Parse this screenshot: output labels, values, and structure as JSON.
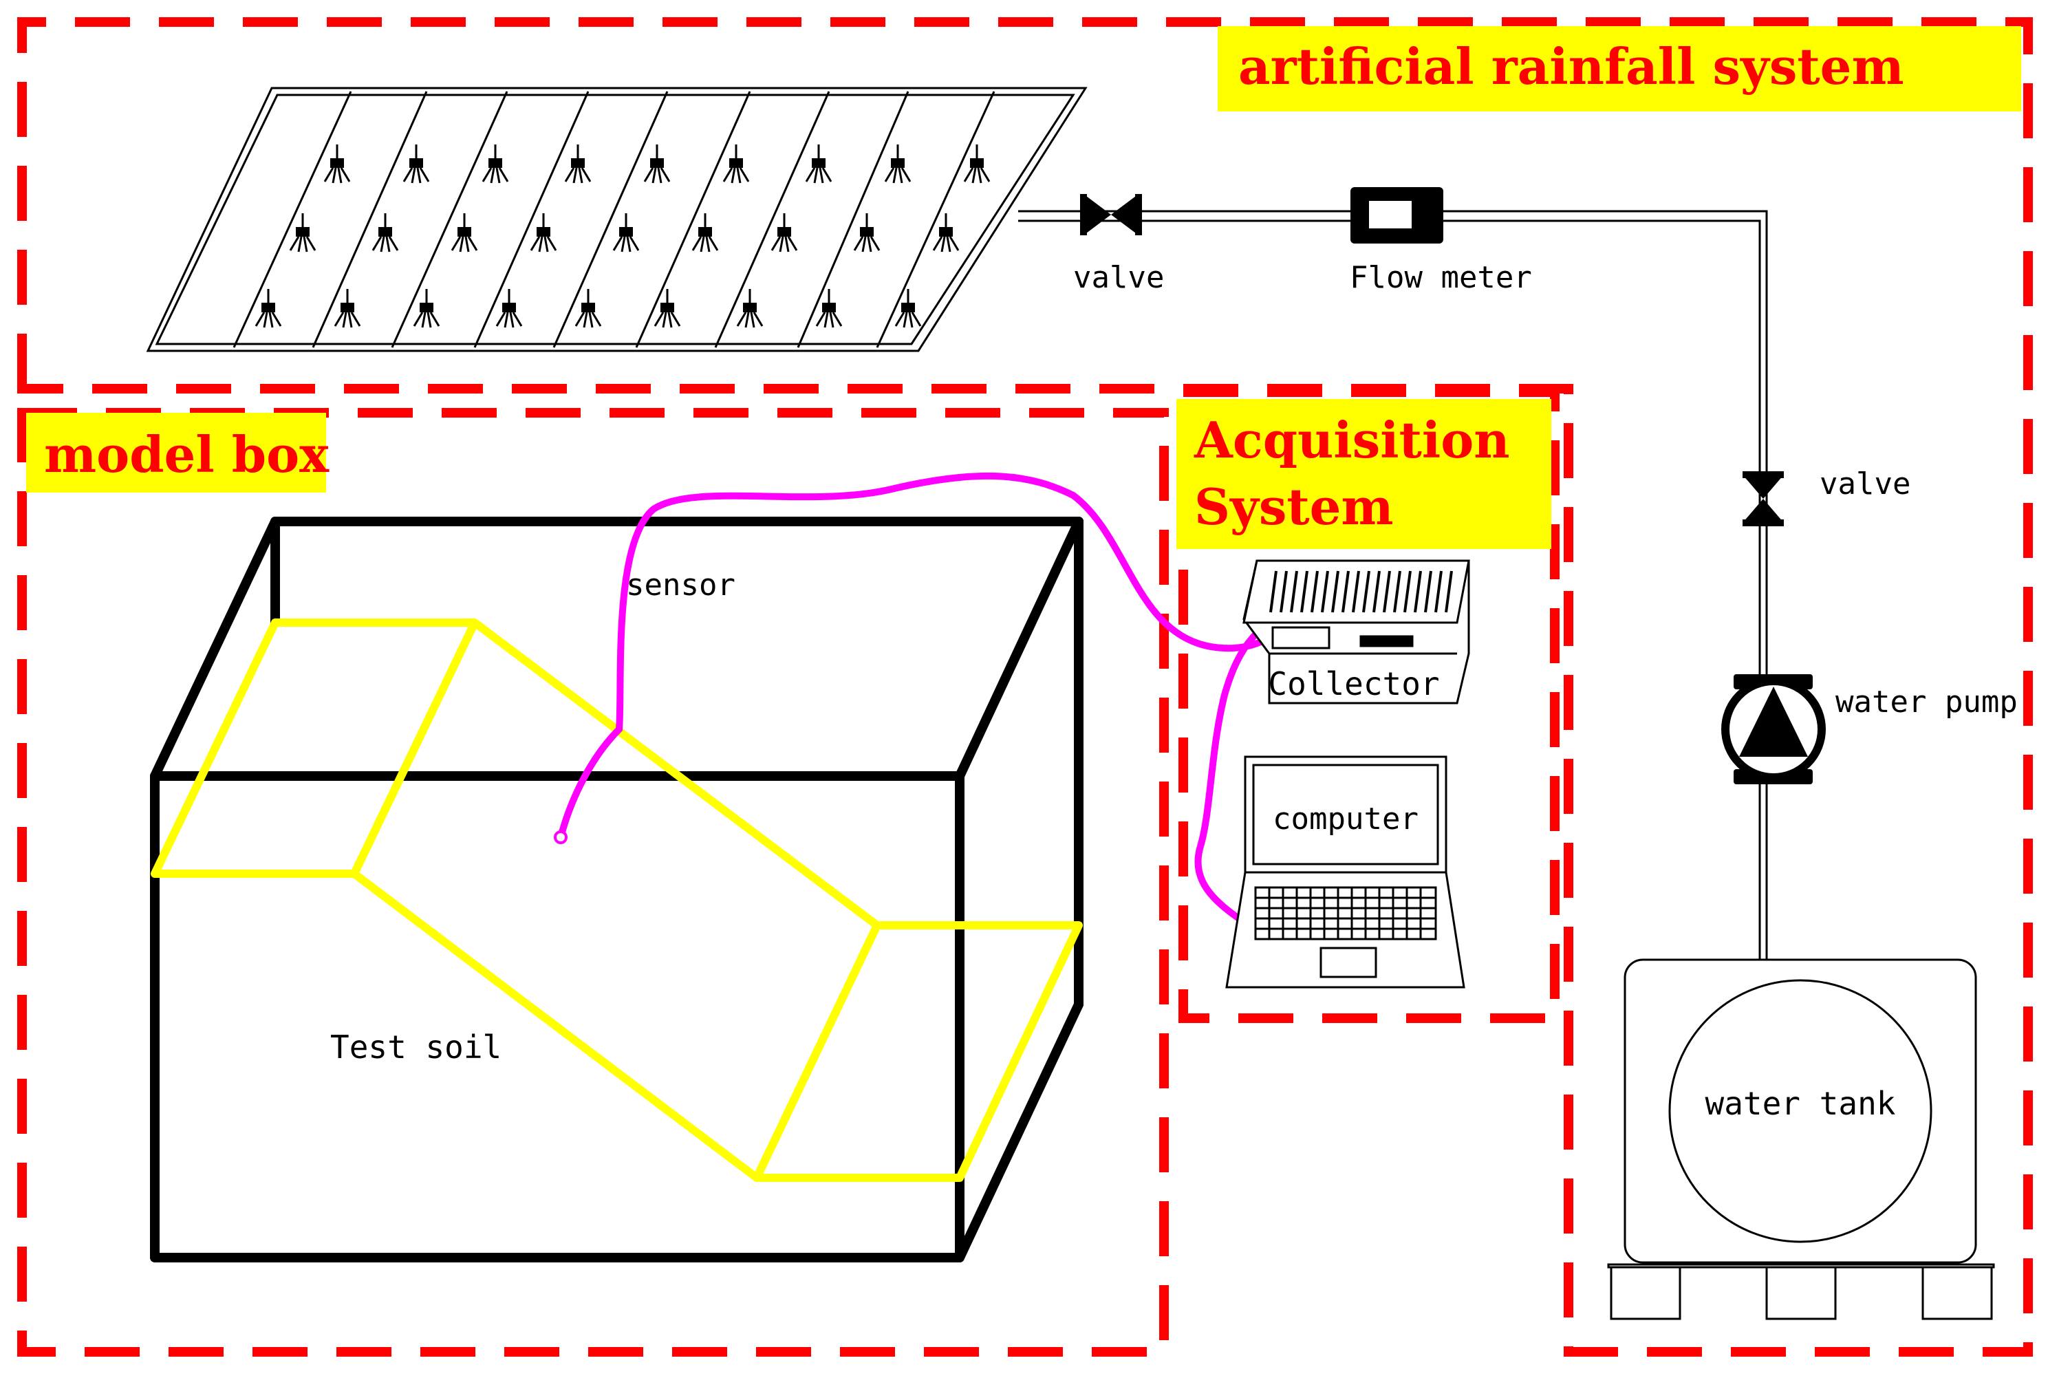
{
  "labels": {
    "rainfall_system": "artificial rainfall system",
    "model_box": "model box",
    "acquisition_line1": "Acquisition",
    "acquisition_line2": "System",
    "valve_top": "valve",
    "flow_meter": "Flow meter",
    "valve_right": "valve",
    "water_pump": "water pump",
    "water_tank": "water tank",
    "sensor": "sensor",
    "test_soil": "Test soil",
    "collector": "Collector",
    "computer": "computer"
  },
  "colors": {
    "region_border": "#ff0000",
    "title_bg": "#ffff00",
    "title_text": "#ff0000",
    "soil_layer": "#ffff00",
    "sensor_cable": "#ff00ff",
    "line": "#000000"
  },
  "icons": {
    "sprinkler": "sprinkler-icon",
    "valve": "valve-icon",
    "flow_meter": "flow-meter-icon",
    "pump": "pump-icon",
    "tank": "tank-icon",
    "collector": "collector-device-icon",
    "laptop": "laptop-icon"
  }
}
